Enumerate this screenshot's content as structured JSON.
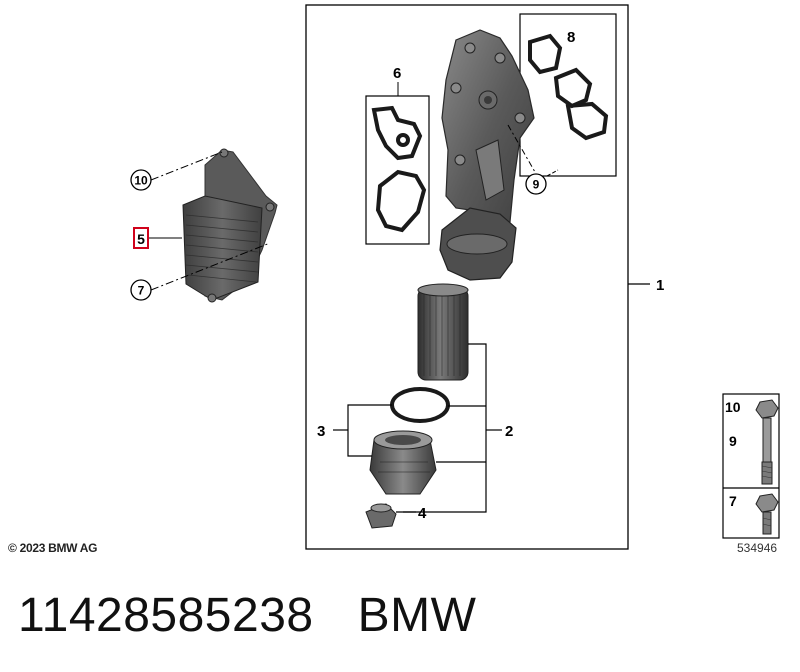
{
  "diagram": {
    "callouts": {
      "c1": "1",
      "c2": "2",
      "c3": "3",
      "c4": "4",
      "c5": "5",
      "c6": "6",
      "c7": "7",
      "c8": "8",
      "c9": "9",
      "c10": "10"
    },
    "legend": {
      "top": {
        "label_a": "10",
        "label_b": "9"
      },
      "bottom": {
        "label_a": "7"
      }
    },
    "copyright": "© 2023 BMW AG",
    "illustration_number": "534946"
  },
  "footer": {
    "part_number": "11428585238",
    "brand": "BMW"
  },
  "colors": {
    "part_dark": "#4a4a4a",
    "part_mid": "#6b6b6b",
    "part_light": "#9a9a9a",
    "line": "#000000",
    "highlight": "#d0021b"
  }
}
